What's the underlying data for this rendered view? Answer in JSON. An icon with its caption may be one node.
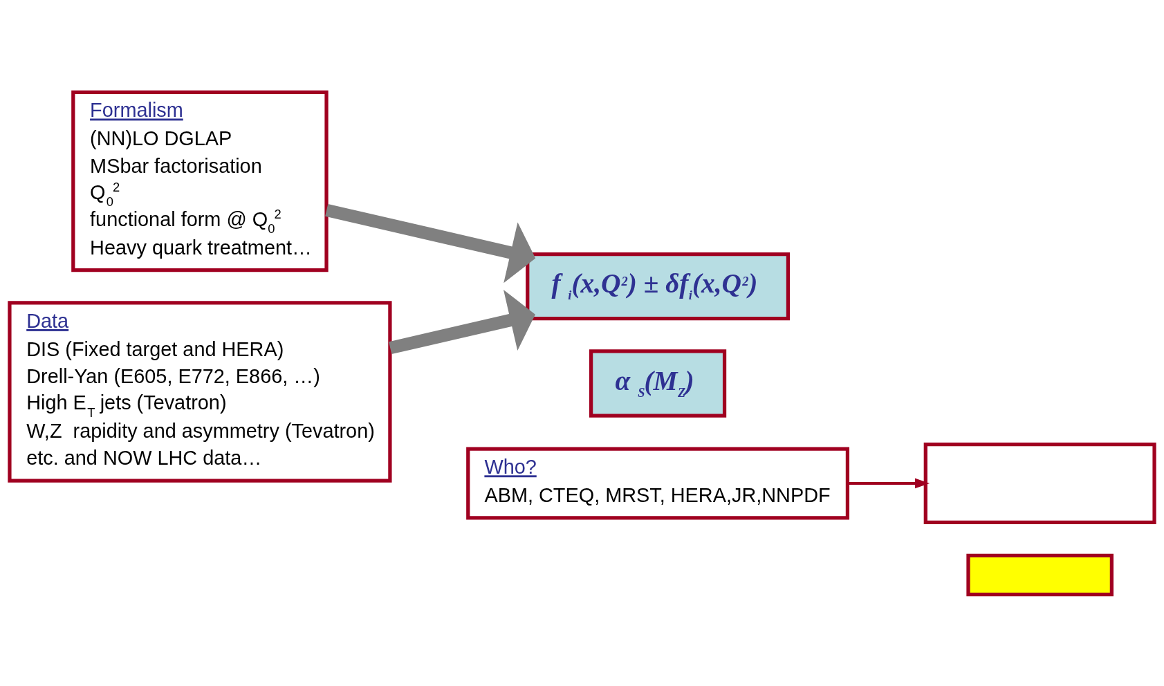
{
  "diagram": {
    "nodes": [
      {
        "text": [
          "Formalism",
          "(NN)LO DGLAP",
          "MSbar factorisation",
          "Q$_{0}$$^{2}$",
          "functional form @ Q$_{0}$$^{2}$",
          "Heavy quark treatment…"
        ]
      },
      {
        "text": [
          "Data",
          "DIS (Fixed target and HERA)",
          "Drell-Yan (E605, E772, E866, …)",
          "High E$_{T}$ jets (Tevatron)",
          "W,Z  rapidity and asymmetry (Tevatron)",
          "etc. and NOW LHC data…"
        ]
      },
      {
        "text": [
          "f$_{i}$(x,Q$^{2}$) ± δf$_{i}$(x,Q$^{2}$)"
        ]
      },
      {
        "text": [
          "α$_{S}$(M$_{Z}$)"
        ]
      },
      {
        "text": [
          "Who?",
          "ABM, CTEQ, MRST, HERA,JR,NNPDF"
        ]
      },
      {
        "text": [],
        "shape": "box"
      },
      {
        "text": [],
        "shape": "box"
      }
    ],
    "edges": [
      {
        "from": 0,
        "to": 2,
        "arrow": "to"
      },
      {
        "from": 1,
        "to": 2,
        "arrow": "to"
      },
      {
        "from": 4,
        "to": 5,
        "arrow": "to",
        "color": "#a00020"
      }
    ]
  }
}
